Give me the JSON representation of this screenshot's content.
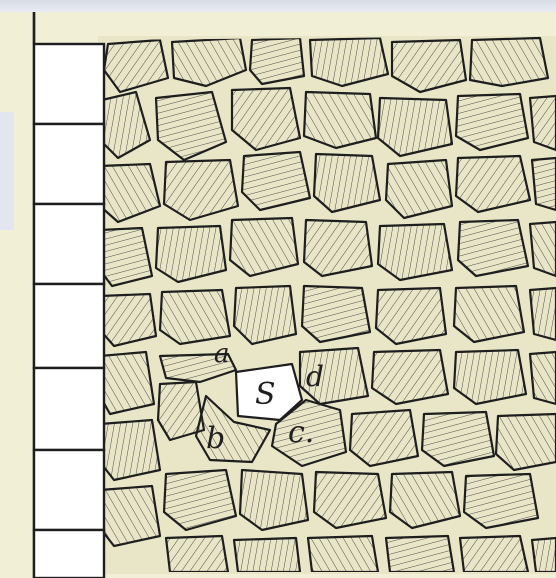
{
  "figure": {
    "labels": {
      "a": "a",
      "s": "S",
      "d": "d",
      "b": "b",
      "c": "c."
    }
  },
  "colors": {
    "paper": "#f1efd6",
    "ink": "#222222",
    "highlight_stone": "#ffffff"
  }
}
